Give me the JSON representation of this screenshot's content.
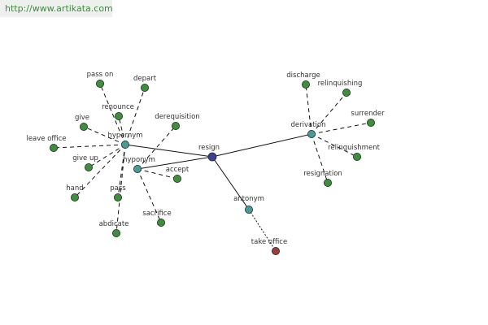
{
  "watermark": {
    "url": "http://www.artikata.com"
  },
  "colors": {
    "center": "#3f3f96",
    "relation": "#4a9a9a",
    "word": "#3e8e3e",
    "antonym_word": "#a03a3a",
    "edge": "#111111",
    "label": "#333333"
  },
  "graph": {
    "nodes": [
      {
        "id": "resign",
        "label": "resign",
        "kind": "center"
      },
      {
        "id": "hypernym",
        "label": "hypernym",
        "kind": "relation"
      },
      {
        "id": "hyponym",
        "label": "hyponym",
        "kind": "relation"
      },
      {
        "id": "derivation",
        "label": "derivation",
        "kind": "relation"
      },
      {
        "id": "antonym",
        "label": "antonym",
        "kind": "relation"
      },
      {
        "id": "pass_on",
        "label": "pass on",
        "kind": "word"
      },
      {
        "id": "depart",
        "label": "depart",
        "kind": "word"
      },
      {
        "id": "renounce",
        "label": "renounce",
        "kind": "word"
      },
      {
        "id": "give",
        "label": "give",
        "kind": "word"
      },
      {
        "id": "derequisition",
        "label": "derequisition",
        "kind": "word"
      },
      {
        "id": "leave_office",
        "label": "leave office",
        "kind": "word"
      },
      {
        "id": "give_up",
        "label": "give up",
        "kind": "word"
      },
      {
        "id": "accept",
        "label": "accept",
        "kind": "word"
      },
      {
        "id": "hand",
        "label": "hand",
        "kind": "word"
      },
      {
        "id": "pass",
        "label": "pass",
        "kind": "word"
      },
      {
        "id": "sacrifice",
        "label": "sacrifice",
        "kind": "word"
      },
      {
        "id": "abdicate",
        "label": "abdicate",
        "kind": "word"
      },
      {
        "id": "discharge",
        "label": "discharge",
        "kind": "word"
      },
      {
        "id": "relinquishing",
        "label": "relinquishing",
        "kind": "word"
      },
      {
        "id": "surrender",
        "label": "surrender",
        "kind": "word"
      },
      {
        "id": "relinquishment",
        "label": "relinquishment",
        "kind": "word"
      },
      {
        "id": "resignation",
        "label": "resignation",
        "kind": "word"
      },
      {
        "id": "take_office",
        "label": "take office",
        "kind": "antonym_word"
      }
    ],
    "edges": [
      {
        "from": "resign",
        "to": "hypernym",
        "style": "solid"
      },
      {
        "from": "resign",
        "to": "hyponym",
        "style": "solid"
      },
      {
        "from": "resign",
        "to": "derivation",
        "style": "solid"
      },
      {
        "from": "resign",
        "to": "antonym",
        "style": "solid"
      },
      {
        "from": "hypernym",
        "to": "pass_on",
        "style": "dashed"
      },
      {
        "from": "hypernym",
        "to": "depart",
        "style": "dashed"
      },
      {
        "from": "hypernym",
        "to": "renounce",
        "style": "dashed"
      },
      {
        "from": "hypernym",
        "to": "give",
        "style": "dashed"
      },
      {
        "from": "hypernym",
        "to": "leave_office",
        "style": "dashed"
      },
      {
        "from": "hypernym",
        "to": "give_up",
        "style": "dashed"
      },
      {
        "from": "hypernym",
        "to": "hand",
        "style": "dashed"
      },
      {
        "from": "hypernym",
        "to": "pass",
        "style": "dashed"
      },
      {
        "from": "hypernym",
        "to": "abdicate",
        "style": "dashed"
      },
      {
        "from": "hyponym",
        "to": "derequisition",
        "style": "dashed"
      },
      {
        "from": "hyponym",
        "to": "accept",
        "style": "dashed"
      },
      {
        "from": "hyponym",
        "to": "sacrifice",
        "style": "dashed"
      },
      {
        "from": "derivation",
        "to": "discharge",
        "style": "dashed"
      },
      {
        "from": "derivation",
        "to": "relinquishing",
        "style": "dashed"
      },
      {
        "from": "derivation",
        "to": "surrender",
        "style": "dashed"
      },
      {
        "from": "derivation",
        "to": "relinquishment",
        "style": "dashed"
      },
      {
        "from": "derivation",
        "to": "resignation",
        "style": "dashed"
      },
      {
        "from": "antonym",
        "to": "take_office",
        "style": "dotted"
      }
    ]
  }
}
